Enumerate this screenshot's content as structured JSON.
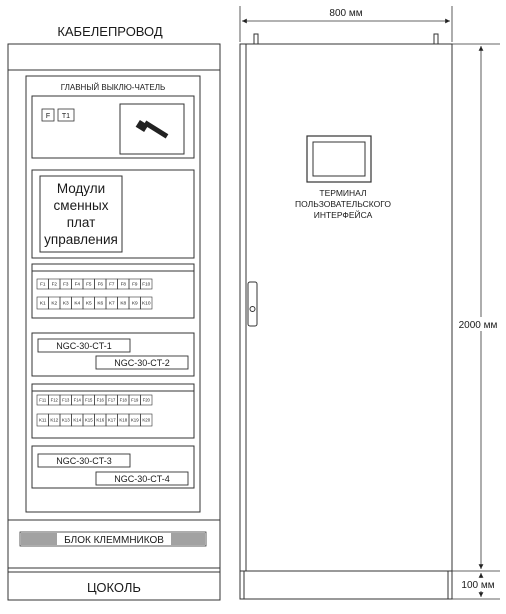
{
  "front_view": {
    "cable_duct_label": "КАБЕЛЕПРОВОД",
    "main_switch_label": "ГЛАВНЫЙ ВЫКЛЮ-ЧАТЕЛЬ",
    "switch_tags": [
      "F",
      "T1"
    ],
    "control_module_lines": [
      "Модули",
      "сменных",
      "плат",
      "управления"
    ],
    "fuses_row1": [
      "F1",
      "F2",
      "F3",
      "F4",
      "F5",
      "F6",
      "F7",
      "F8",
      "F9",
      "F10"
    ],
    "relays_row1": [
      "K1",
      "K2",
      "K3",
      "K4",
      "K5",
      "K6",
      "K7",
      "K8",
      "K9",
      "K10"
    ],
    "fuses_row2": [
      "F11",
      "F12",
      "F13",
      "F14",
      "F15",
      "F16",
      "F17",
      "F18",
      "F19",
      "F20"
    ],
    "relays_row2": [
      "K11",
      "K12",
      "K13",
      "K14",
      "K15",
      "K16",
      "K17",
      "K18",
      "K19",
      "K20"
    ],
    "card_ct1": "NGC-30-CT-1",
    "card_ct2": "NGC-30-CT-2",
    "card_ct3": "NGC-30-CT-3",
    "card_ct4": "NGC-30-CT-4",
    "terminal_block_label": "БЛОК КЛЕММНИКОВ",
    "plinth_label": "ЦОКОЛЬ"
  },
  "side_view": {
    "width_dimension": "800 мм",
    "height_dimension": "2000 мм",
    "plinth_dimension": "100 мм",
    "terminal_lines": [
      "ТЕРМИНАЛ",
      "ПОЛЬЗОВАТЕЛЬСКОГО",
      "ИНТЕРФЕЙСА"
    ]
  },
  "colors": {
    "line": "#333333",
    "grey": "#555555"
  }
}
